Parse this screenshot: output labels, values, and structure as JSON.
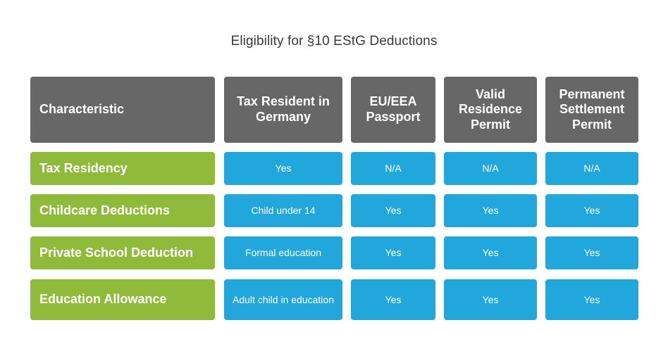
{
  "title": "Eligibility for §10 EStG Deductions",
  "table": {
    "headers": [
      "Characteristic",
      "Tax Resident in Germany",
      "EU/EEA Passport",
      "Valid Residence Permit",
      "Permanent Settlement Permit"
    ],
    "rows": [
      {
        "label": "Tax Residency",
        "values": [
          "Yes",
          "N/A",
          "N/A",
          "N/A"
        ]
      },
      {
        "label": "Childcare Deductions",
        "values": [
          "Child under 14",
          "Yes",
          "Yes",
          "Yes"
        ]
      },
      {
        "label": "Private School Deduction",
        "values": [
          "Formal education",
          "Yes",
          "Yes",
          "Yes"
        ]
      },
      {
        "label": "Education Allowance",
        "values": [
          "Adult child in education",
          "Yes",
          "Yes",
          "Yes"
        ]
      }
    ]
  },
  "colors": {
    "header_bg": "#676767",
    "row_label_bg": "#8fba3a",
    "value_bg": "#22a7dd",
    "title_text": "#3a3a3a"
  }
}
